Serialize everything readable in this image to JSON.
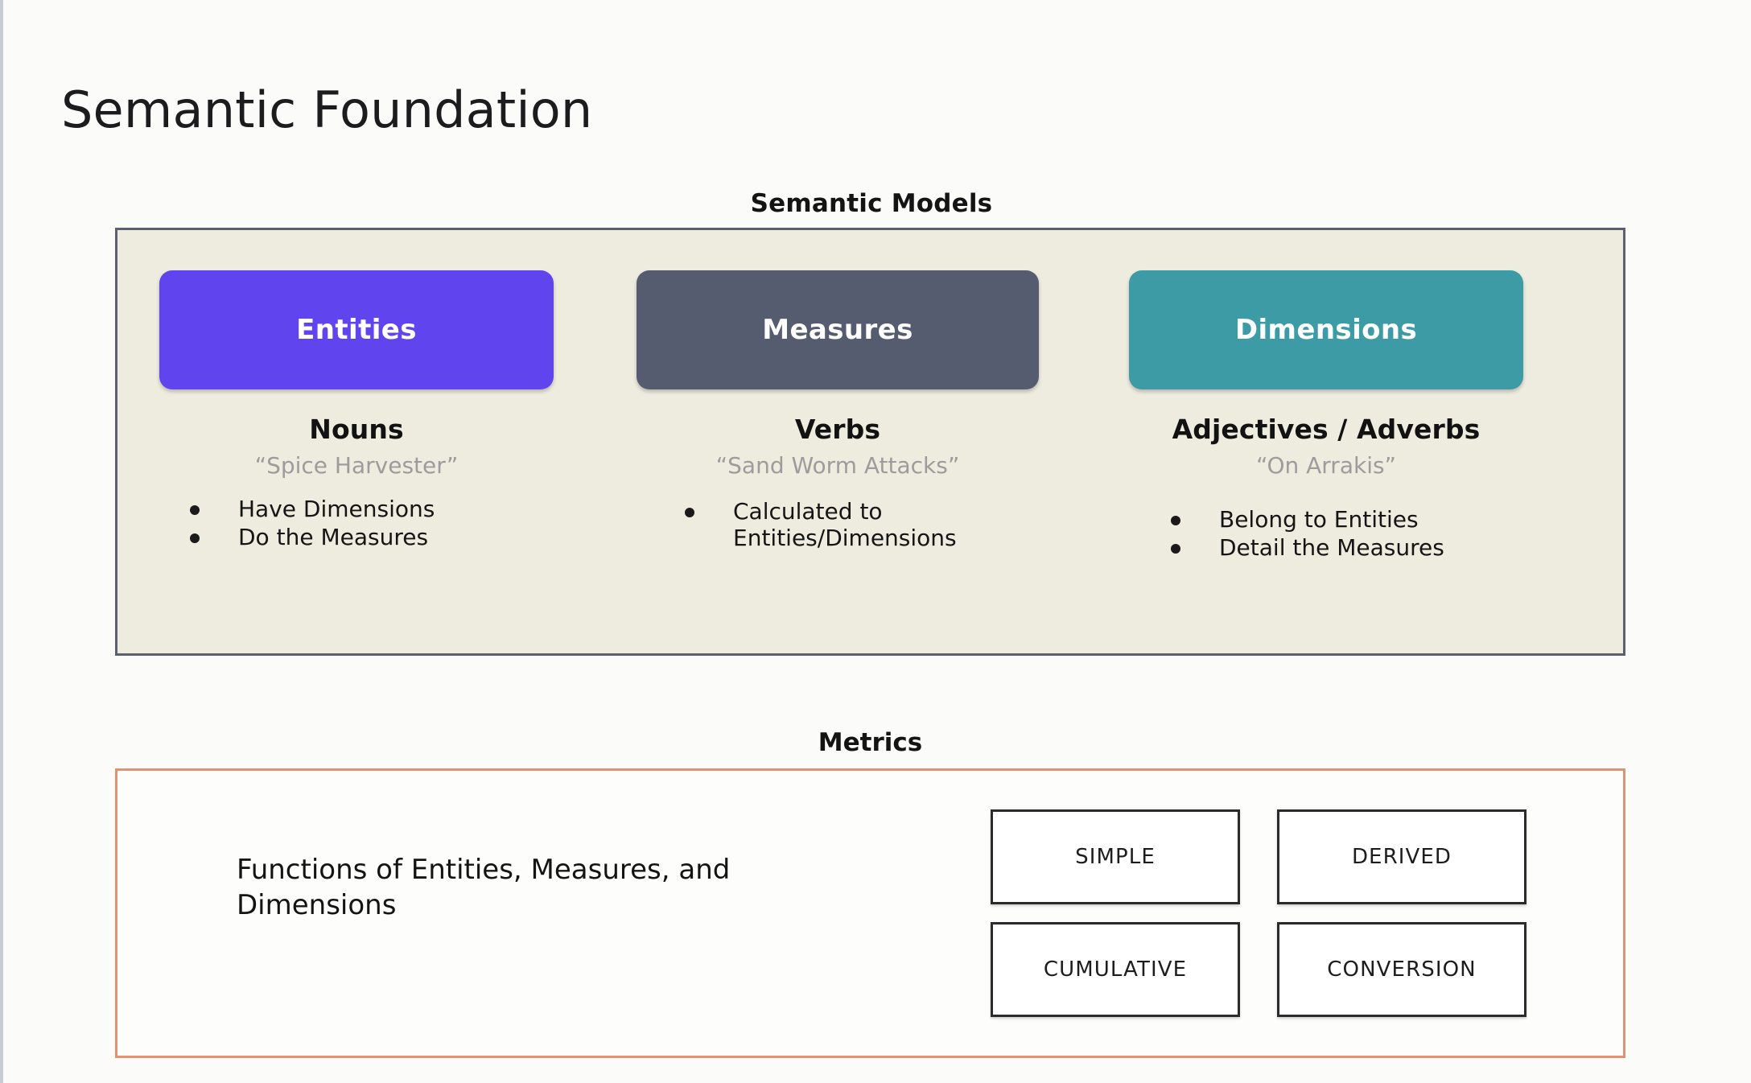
{
  "page": {
    "title": "Semantic Foundation"
  },
  "semantic_models": {
    "section_label": "Semantic Models",
    "panel_bg": "#eeecdf",
    "panel_border": "#5a6070",
    "columns": [
      {
        "pill_label": "Entities",
        "pill_color": "#6045ee",
        "part_of_speech": "Nouns",
        "example": "“Spice Harvester”",
        "bullets": [
          "Have Dimensions",
          "Do the Measures"
        ]
      },
      {
        "pill_label": "Measures",
        "pill_color": "#555c70",
        "part_of_speech": "Verbs",
        "example": "“Sand Worm Attacks”",
        "bullets": [
          "Calculated to Entities/Dimensions"
        ]
      },
      {
        "pill_label": "Dimensions",
        "pill_color": "#3d9ba6",
        "part_of_speech": "Adjectives / Adverbs",
        "example": "“On Arrakis”",
        "bullets": [
          "Belong to Entities",
          "Detail the Measures"
        ]
      }
    ]
  },
  "metrics": {
    "section_label": "Metrics",
    "panel_border": "#dd9375",
    "description": "Functions of Entities, Measures, and Dimensions",
    "types": [
      "SIMPLE",
      "DERIVED",
      "CUMULATIVE",
      "CONVERSION"
    ]
  }
}
